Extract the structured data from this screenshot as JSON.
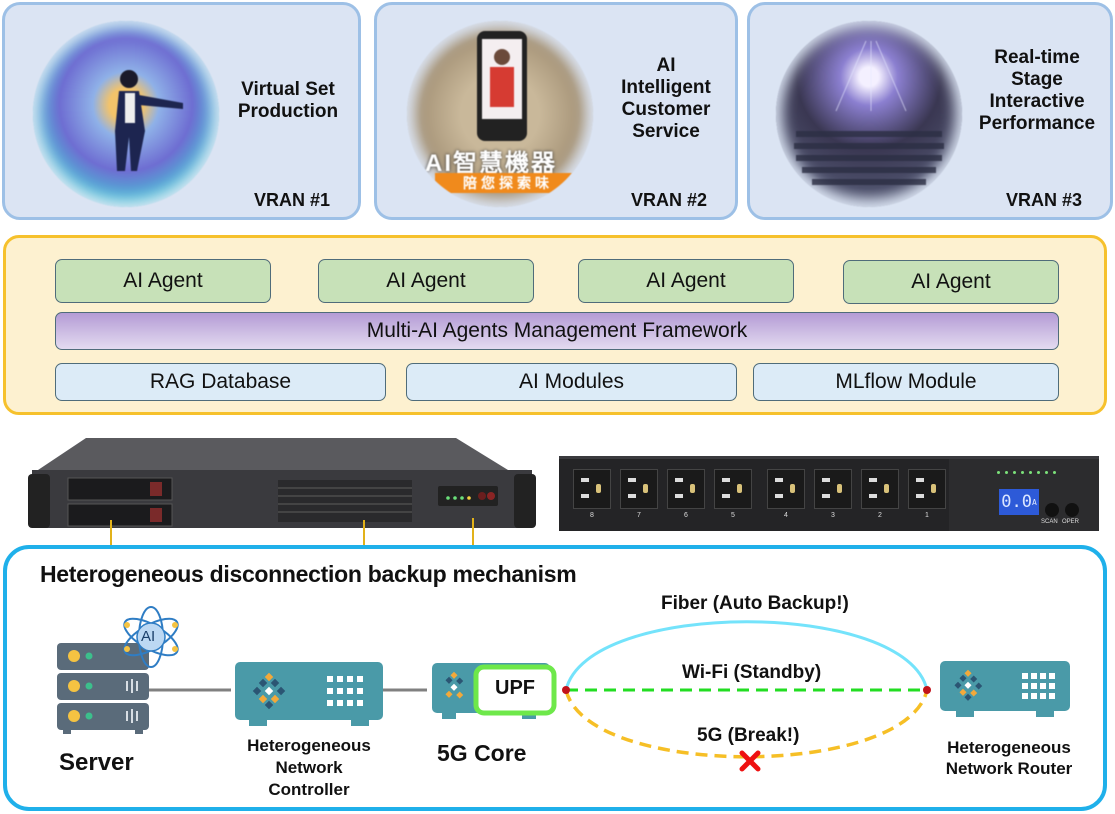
{
  "vran_cards": [
    {
      "title_lines": [
        "Virtual Set",
        "Production"
      ],
      "tag": "VRAN #1"
    },
    {
      "title_lines": [
        "AI",
        "Intelligent",
        "Customer",
        "Service"
      ],
      "tag": "VRAN #2",
      "photo_caption": "AI智慧機器",
      "photo_subcaption": "陪您探索味"
    },
    {
      "title_lines": [
        "Real-time",
        "Stage",
        "Interactive",
        "Performance"
      ],
      "tag": "VRAN #3"
    }
  ],
  "ai_framework": {
    "agents": [
      "AI Agent",
      "AI Agent",
      "AI Agent",
      "AI Agent"
    ],
    "management": "Multi-AI Agents Management Framework",
    "modules": [
      "RAG Database",
      "AI Modules",
      "MLflow Module"
    ]
  },
  "hardware": {
    "server_icon": "rack-server-1u-photo",
    "pdu_icon": "power-distribution-unit-photo",
    "pdu_outlets": [
      "8",
      "7",
      "6",
      "5",
      "4",
      "3",
      "2",
      "1"
    ],
    "pdu_display": "0.0",
    "pdu_display_unit": "A",
    "pdu_buttons": [
      "SCAN",
      "OPER"
    ]
  },
  "backup": {
    "title": "Heterogeneous disconnection backup mechanism",
    "server_label": "Server",
    "ai_badge": "AI",
    "controller_label": [
      "Heterogeneous",
      "Network",
      "Controller"
    ],
    "core_label": "5G Core",
    "upf_label": "UPF",
    "router_label": [
      "Heterogeneous",
      "Network Router"
    ],
    "links": {
      "fiber": "Fiber (Auto Backup!)",
      "wifi": "Wi-Fi (Standby)",
      "fiveg": "5G (Break!)"
    },
    "colors": {
      "fiber": "#74e3fb",
      "wifi": "#22dd22",
      "fiveg": "#f6bf26",
      "break": "#ee1111",
      "device": "#4a9aa8"
    }
  }
}
